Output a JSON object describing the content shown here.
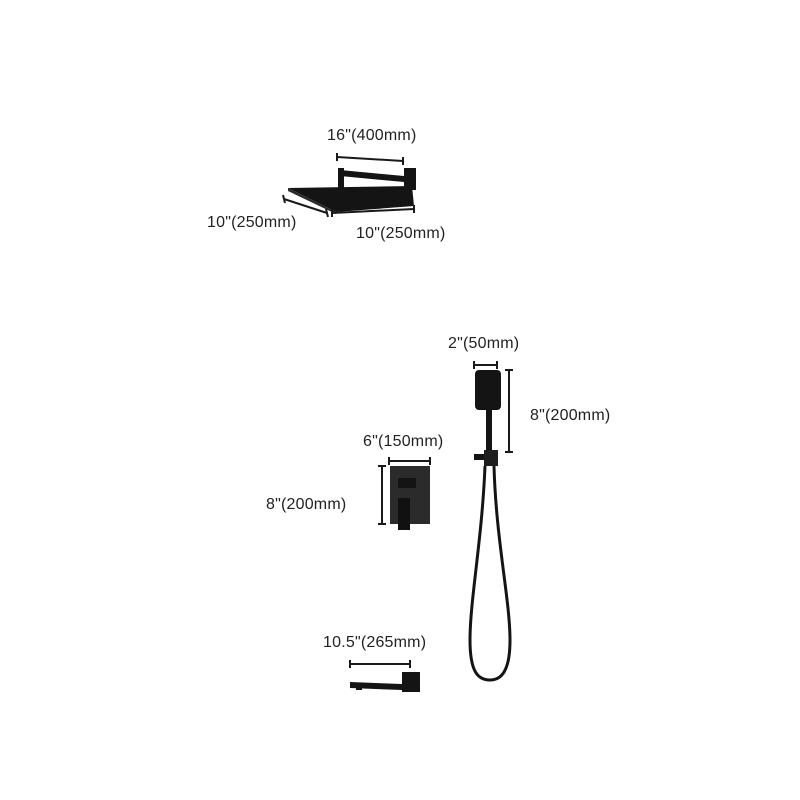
{
  "product": "Shower set dimension diagram",
  "colors": {
    "product": "#141414",
    "dimension_line": "#1a1a1a",
    "background": "#ffffff"
  },
  "components": {
    "shower_head": {
      "width_label": "16\"(400mm)",
      "depth_label": "10\"(250mm)",
      "length_label": "10\"(250mm)"
    },
    "hand_shower": {
      "width_label": "2\"(50mm)",
      "height_label": "8\"(200mm)"
    },
    "valve_trim": {
      "width_label": "6\"(150mm)",
      "height_label": "8\"(200mm)"
    },
    "tub_spout": {
      "length_label": "10.5\"(265mm)"
    }
  }
}
